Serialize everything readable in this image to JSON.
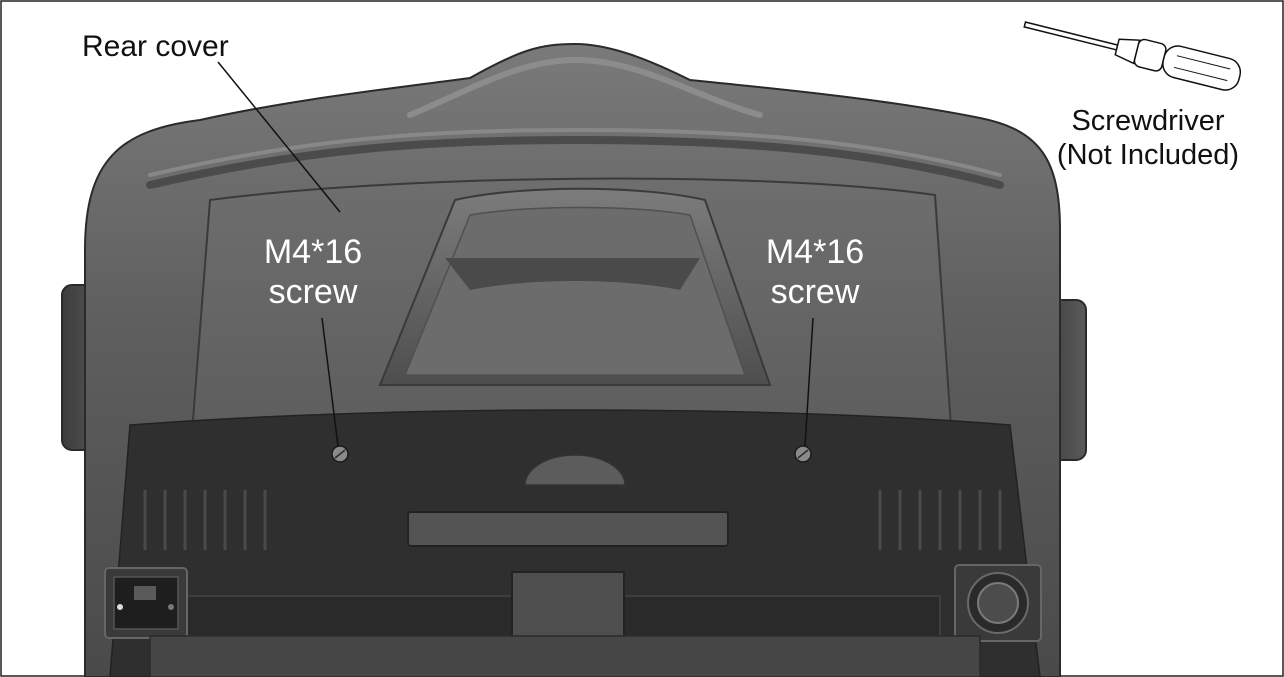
{
  "labels": {
    "rear_cover": "Rear cover",
    "screwdriver": "Screwdriver",
    "not_included": "(Not Included)",
    "screw_left_size": "M4*16",
    "screw_left_word": "screw",
    "screw_right_size": "M4*16",
    "screw_right_word": "screw"
  },
  "colors": {
    "body_light": "#6a6a6a",
    "body_mid": "#565656",
    "body_dark": "#2e2e2e",
    "panel": "#626262",
    "label_on_dark": "#ffffff",
    "label_on_light": "#111111"
  }
}
